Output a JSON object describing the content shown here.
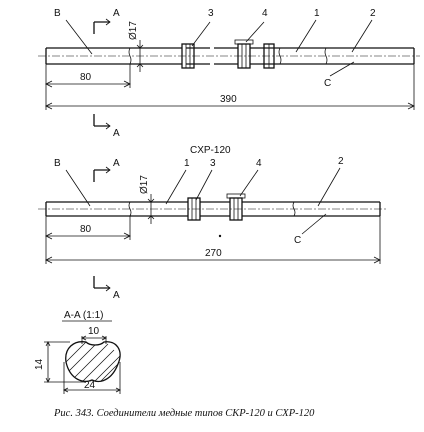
{
  "figure": {
    "assembly_top": {
      "labels": {
        "b": "B",
        "a_top": "A",
        "a_bottom": "A",
        "diameter": "Ø17",
        "p3": "3",
        "p4": "4",
        "p1": "1",
        "p2": "2",
        "c": "C"
      },
      "dimensions": {
        "end_length": "80",
        "total_length": "390"
      }
    },
    "assembly_bottom": {
      "title": "CXP-120",
      "labels": {
        "b": "B",
        "a_top": "A",
        "a_bottom": "A",
        "diameter": "Ø17",
        "p1": "1",
        "p3": "3",
        "p4": "4",
        "p2": "2",
        "c": "C"
      },
      "dimensions": {
        "end_length": "80",
        "total_length": "270"
      }
    },
    "section": {
      "title": "A-A (1:1)",
      "width_top": "10",
      "height": "14",
      "width_bottom": "24"
    },
    "caption": "Рис. 343. Соединители медные типов СКР-120 и СХР-120"
  }
}
